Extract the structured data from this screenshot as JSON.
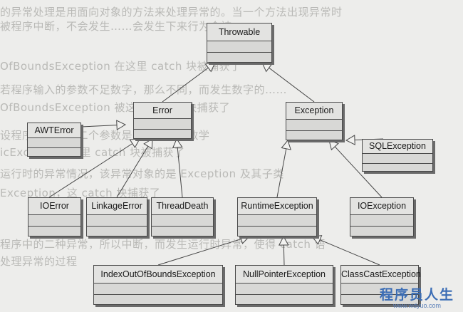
{
  "background_text": [
    "的异常处理是用面向对象的方法来处理异常的。当一个方法出现异常时",
    "被程序中断，不会发生……会发生下来行为会被……",
    "OfBoundsException 在这里 catch 块被捕获了",
    "若程序输入的参数不足数字，那么不同，而发生数字的……",
    "OfBoundsException 被这里 catch 块捕获了",
    "设程序输入的第二个参数是 0，会发生数学",
    "icException 这里 catch 块被捕获了",
    "运行时的异常情况，该异常对象的是 Exception 及其子类",
    "Exception，这 catch 块捕获了",
    "程序中的二种异常，所以中断，而发生运行时异常，使得 catch 语",
    "处理异常的过程"
  ],
  "classes": [
    {
      "id": "throwable",
      "name": "Throwable"
    },
    {
      "id": "error",
      "name": "Error"
    },
    {
      "id": "exception",
      "name": "Exception"
    },
    {
      "id": "awterror",
      "name": "AWTError"
    },
    {
      "id": "sqlexception",
      "name": "SQLException"
    },
    {
      "id": "ioerror",
      "name": "IOError"
    },
    {
      "id": "linkageerror",
      "name": "LinkageError"
    },
    {
      "id": "threaddeath",
      "name": "ThreadDeath"
    },
    {
      "id": "runtimeexception",
      "name": "RuntimeException"
    },
    {
      "id": "ioexception",
      "name": "IOException"
    },
    {
      "id": "indexoutofbounds",
      "name": "IndexOutOfBoundsException"
    },
    {
      "id": "nullpointer",
      "name": "NullPointerException"
    },
    {
      "id": "classcast",
      "name": "ClassCastException"
    }
  ],
  "inheritance": [
    {
      "child": "error",
      "parent": "throwable"
    },
    {
      "child": "exception",
      "parent": "throwable"
    },
    {
      "child": "awterror",
      "parent": "error"
    },
    {
      "child": "ioerror",
      "parent": "error"
    },
    {
      "child": "linkageerror",
      "parent": "error"
    },
    {
      "child": "threaddeath",
      "parent": "error"
    },
    {
      "child": "runtimeexception",
      "parent": "exception"
    },
    {
      "child": "ioexception",
      "parent": "exception"
    },
    {
      "child": "sqlexception",
      "parent": "exception"
    },
    {
      "child": "indexoutofbounds",
      "parent": "runtimeexception"
    },
    {
      "child": "nullpointer",
      "parent": "runtimeexception"
    },
    {
      "child": "classcast",
      "parent": "runtimeexception"
    }
  ],
  "watermark": {
    "main": "程序员人生",
    "url": "www.wdyuo.com"
  },
  "colors": {
    "box_fill": "#d8d8d6",
    "box_border": "#4a4a4a",
    "arrow": "#444444",
    "watermark": "#3b6db5"
  }
}
